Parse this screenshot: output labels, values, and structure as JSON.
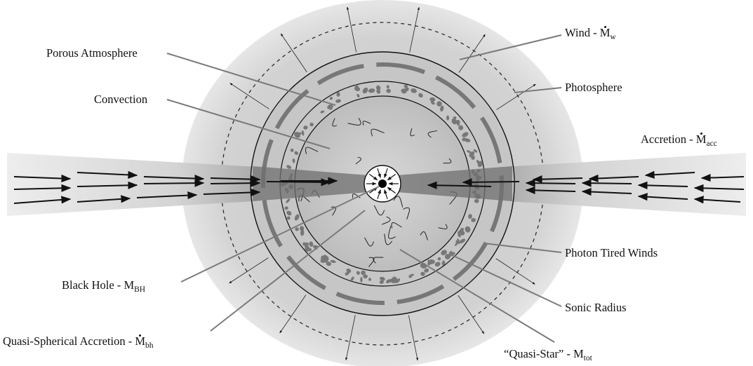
{
  "labels": {
    "wind": {
      "text": "Wind - ",
      "symbol": "M",
      "sub": "w"
    },
    "porous": {
      "text": "Porous Atmosphere"
    },
    "photosphere": {
      "text": "Photosphere"
    },
    "convection": {
      "text": "Convection"
    },
    "accretion": {
      "text": "Accretion - ",
      "symbol": "M",
      "sub": "acc"
    },
    "blackhole": {
      "text": "Black Hole - ",
      "symbol": "M",
      "sub": "BH"
    },
    "photon": {
      "text": "Photon Tired Winds"
    },
    "sonic": {
      "text": "Sonic Radius"
    },
    "quasisph": {
      "text": "Quasi-Spherical Accretion - ",
      "symbol": "M",
      "sub": "bh"
    },
    "quasistar": {
      "text": "“Quasi-Star” - ",
      "symbol": "M",
      "sub": "tot"
    }
  },
  "colors": {
    "halo": "#c4c4c4",
    "star": "#c9c9c9",
    "blob": "#777777",
    "disk_dark": "#6a6a6a",
    "line": "#111111",
    "leader": "#7a7a7a"
  }
}
